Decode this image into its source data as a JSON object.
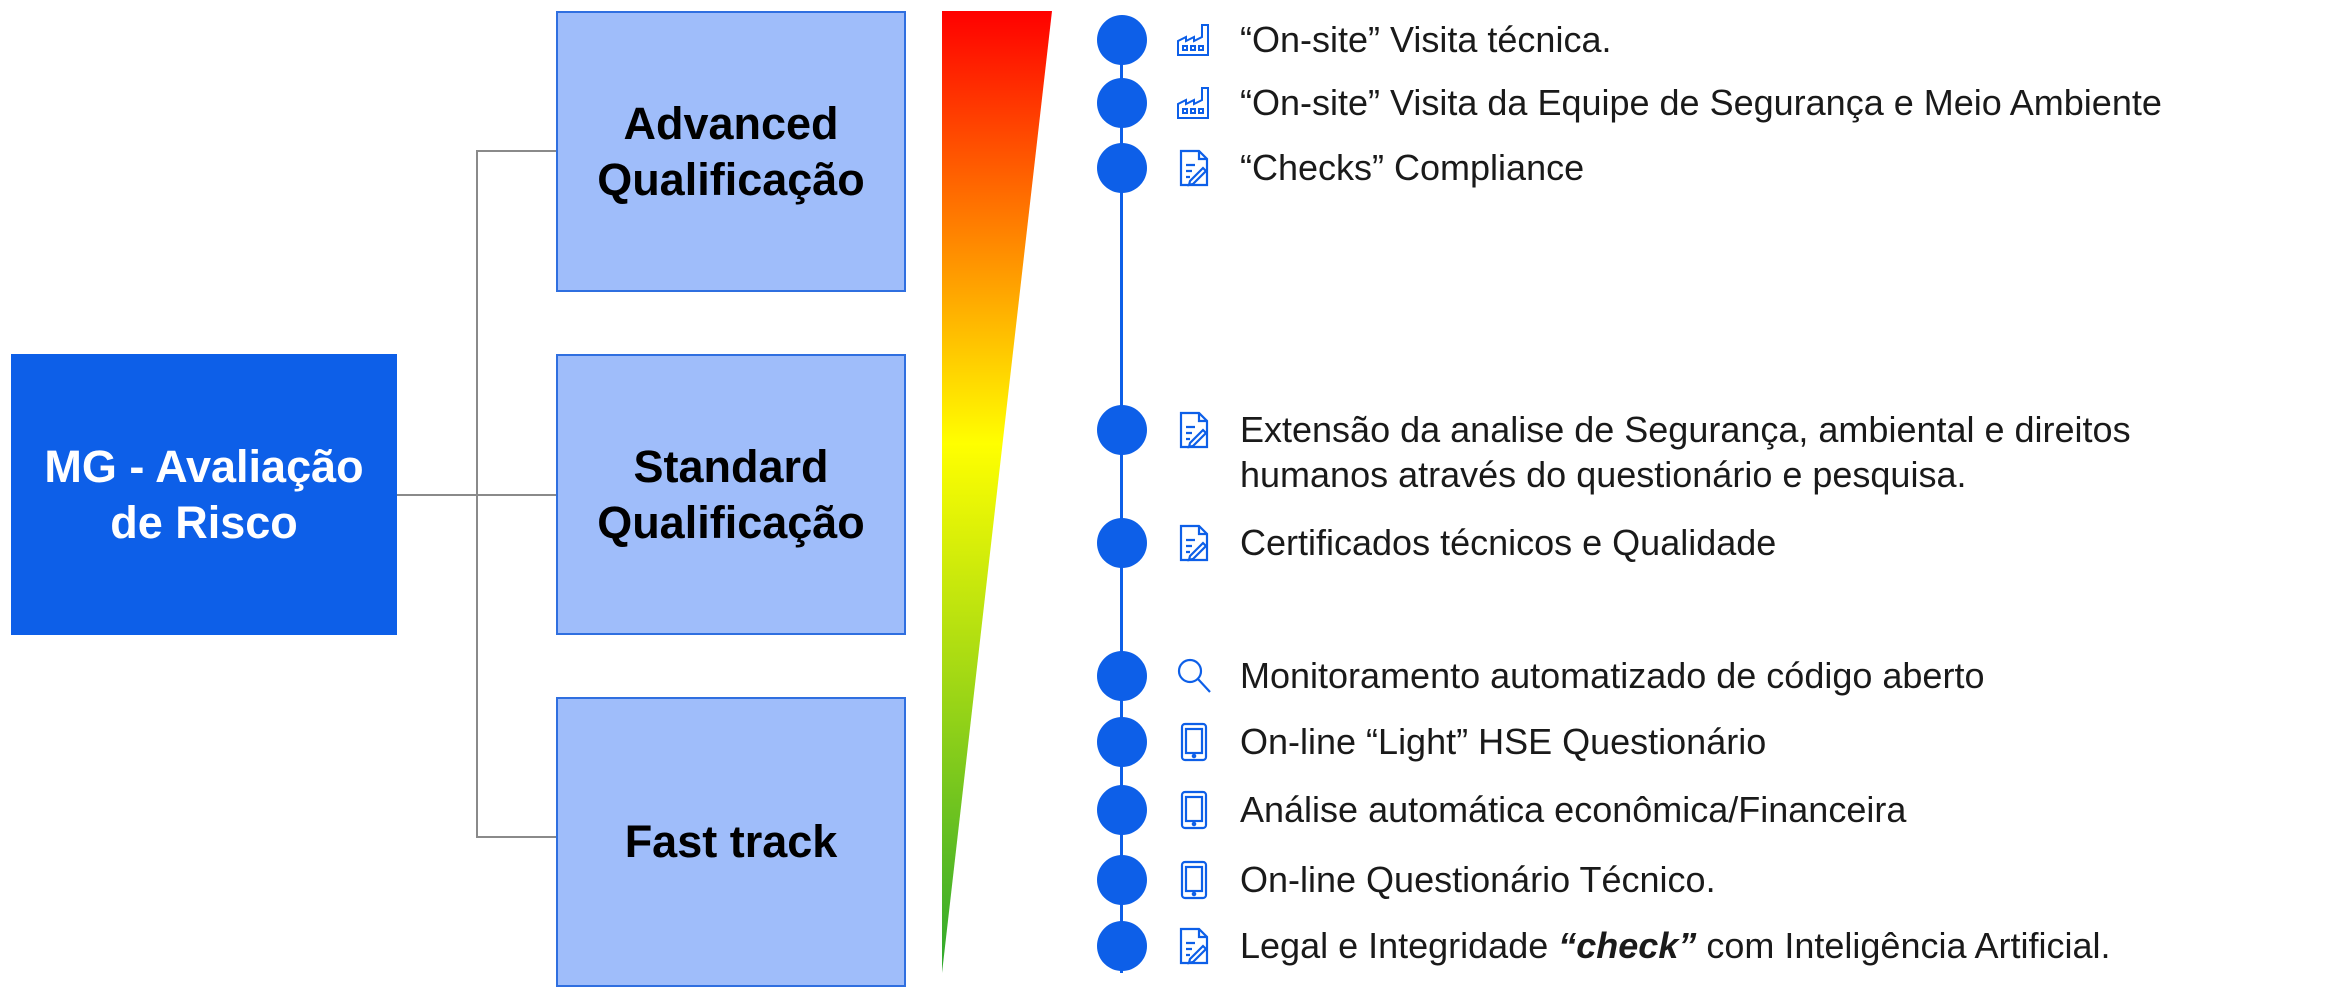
{
  "root": {
    "label_line1": "MG - Avaliação",
    "label_line2": "de Risco"
  },
  "levels": [
    {
      "line1": "Advanced",
      "line2": "Qualificação"
    },
    {
      "line1": "Standard",
      "line2": "Qualificação"
    },
    {
      "line1": "Fast track",
      "line2": ""
    }
  ],
  "gradient_colors": {
    "top": "#ff0000",
    "middle": "#ffff00",
    "bottom": "#2ea82e"
  },
  "accent_color": "#0d5fe8",
  "items": [
    {
      "icon": "factory-icon",
      "text": "“On-site” Visita técnica."
    },
    {
      "icon": "factory-icon",
      "text": "“On-site” Visita da Equipe de Segurança e Meio Ambiente"
    },
    {
      "icon": "edit-document-icon",
      "text": "“Checks” Compliance"
    },
    {
      "icon": "edit-document-icon",
      "text": "Extensão da analise de Segurança, ambiental e direitos",
      "text2": "humanos através do questionário e pesquisa."
    },
    {
      "icon": "edit-document-icon",
      "text": "Certificados técnicos e Qualidade"
    },
    {
      "icon": "magnifier-icon",
      "text": "Monitoramento automatizado de código aberto"
    },
    {
      "icon": "tablet-icon",
      "text": "On-line “Light” HSE Questionário"
    },
    {
      "icon": "tablet-icon",
      "text": "Análise automática econômica/Financeira"
    },
    {
      "icon": "tablet-icon",
      "text": "On-line Questionário Técnico."
    },
    {
      "icon": "edit-document-icon",
      "text": "Legal e Integridade ",
      "text_italic": "“check”",
      "text_after": " com Inteligência Artificial."
    }
  ]
}
